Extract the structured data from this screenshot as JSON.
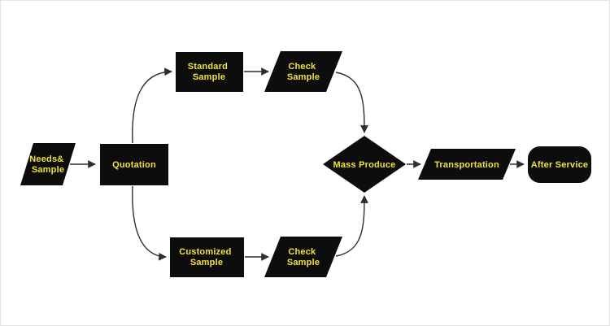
{
  "diagram": {
    "colors": {
      "background": "#ffffff",
      "node_fill": "#0d0d0d",
      "label": "#efe23b",
      "arrow": "#2e2e2e"
    },
    "nodes": {
      "needs_sample": {
        "shape": "parallelogram",
        "line1": "Needs&",
        "line2": "Sample"
      },
      "quotation": {
        "shape": "rectangle",
        "line1": "Quotation"
      },
      "standard_sample": {
        "shape": "rectangle",
        "line1": "Standard",
        "line2": "Sample"
      },
      "check_sample_top": {
        "shape": "parallelogram",
        "line1": "Check",
        "line2": "Sample"
      },
      "customized_sample": {
        "shape": "rectangle",
        "line1": "Customized",
        "line2": "Sample"
      },
      "check_sample_bottom": {
        "shape": "parallelogram",
        "line1": "Check",
        "line2": "Sample"
      },
      "mass_produce": {
        "shape": "diamond",
        "line1": "Mass Produce"
      },
      "transportation": {
        "shape": "parallelogram",
        "line1": "Transportation"
      },
      "after_service": {
        "shape": "stadium",
        "line1": "After Service"
      }
    },
    "edges": [
      {
        "from": "needs_sample",
        "to": "quotation"
      },
      {
        "from": "quotation",
        "to": "standard_sample"
      },
      {
        "from": "standard_sample",
        "to": "check_sample_top"
      },
      {
        "from": "check_sample_top",
        "to": "mass_produce"
      },
      {
        "from": "quotation",
        "to": "customized_sample"
      },
      {
        "from": "customized_sample",
        "to": "check_sample_bottom"
      },
      {
        "from": "check_sample_bottom",
        "to": "mass_produce"
      },
      {
        "from": "mass_produce",
        "to": "transportation"
      },
      {
        "from": "transportation",
        "to": "after_service"
      }
    ]
  }
}
